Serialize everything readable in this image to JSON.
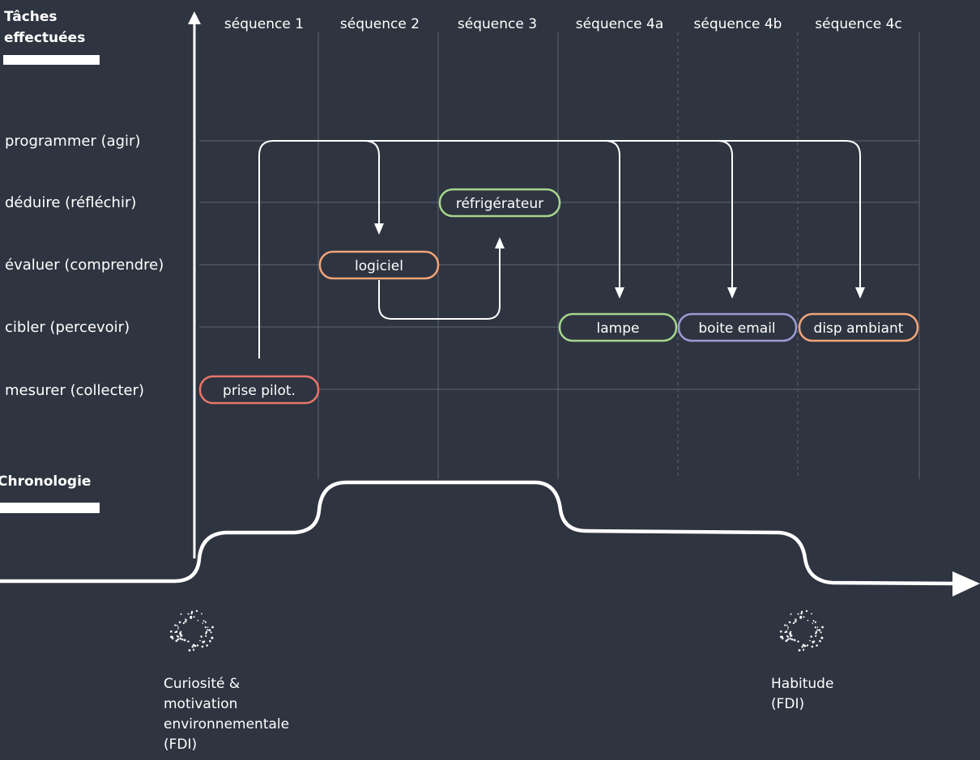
{
  "colors": {
    "background": "#2e3440",
    "line": "#ffffff",
    "grid": "#5c6474",
    "red": "#e8756a",
    "orange": "#f0a479",
    "green": "#a6d58c",
    "purple": "#9b9bd4"
  },
  "header": {
    "tasks_title_line1": "Tâches",
    "tasks_title_line2": "effectuées",
    "chrono_title": "Chronologie"
  },
  "sequences": [
    "séquence 1",
    "séquence 2",
    "séquence 3",
    "séquence 4a",
    "séquence 4b",
    "séquence 4c"
  ],
  "tasks": [
    "programmer (agir)",
    "déduire (réfléchir)",
    "évaluer (comprendre)",
    "cibler (percevoir)",
    "mesurer (collecter)"
  ],
  "nodes": [
    {
      "label": "prise pilot.",
      "color": "red"
    },
    {
      "label": "logiciel",
      "color": "orange"
    },
    {
      "label": "réfrigérateur",
      "color": "green"
    },
    {
      "label": "lampe",
      "color": "green"
    },
    {
      "label": "boite email",
      "color": "purple"
    },
    {
      "label": "disp ambiant",
      "color": "orange"
    }
  ],
  "milestones": [
    {
      "lines": [
        "Curiosité &",
        "motivation",
        "environnementale",
        "(FDI)"
      ],
      "icon": "dotted-ring-icon"
    },
    {
      "lines": [
        "Habitude",
        "(FDI)"
      ],
      "icon": "dotted-ring-icon"
    }
  ]
}
